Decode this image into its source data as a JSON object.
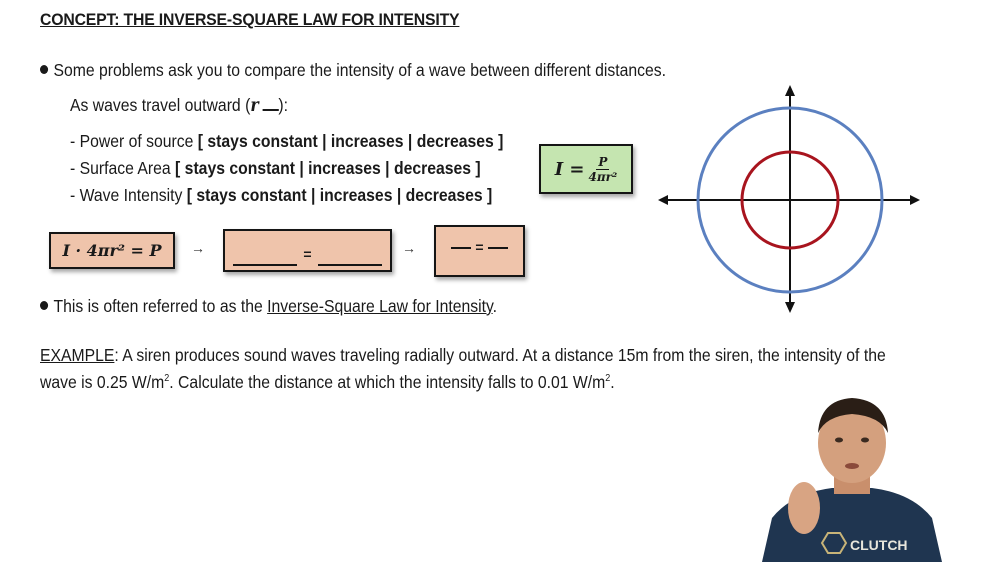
{
  "header": {
    "title": "CONCEPT: THE INVERSE-SQUARE LAW FOR INTENSITY"
  },
  "bullet1": {
    "text": "Some problems ask you to compare the intensity of a wave between different distances."
  },
  "waves_outward": {
    "prefix": "As waves travel outward (",
    "variable": "r",
    "suffix": "):"
  },
  "properties": [
    {
      "label": "- Power of source ",
      "options": "[ stays constant | increases | decreases ]"
    },
    {
      "label": "- Surface Area ",
      "options": "[ stays constant | increases | decreases ]"
    },
    {
      "label": "- Wave Intensity ",
      "options": "[ stays constant | increases | decreases ]"
    }
  ],
  "formula_green": {
    "lhs": "I =",
    "numerator": "P",
    "denominator": "4πr²"
  },
  "formula_chain": {
    "box1": "I · 4πr² = P",
    "arrow": "→",
    "box2_equals": "=",
    "box3_equals": "="
  },
  "bullet2": {
    "prefix": "This is often referred to as the ",
    "link": "Inverse-Square Law for Intensity",
    "suffix": "."
  },
  "example": {
    "label": "EXAMPLE",
    "line1": ": A siren produces sound waves traveling radially outward. At a distance 15m from the siren, the intensity of the",
    "line2_a": "wave is 0.25 W/m",
    "line2_sup": "2",
    "line2_b": ". Calculate the distance at which the intensity falls to 0.01 W/m",
    "line2_sup2": "2",
    "line2_c": "."
  },
  "diagram": {
    "outer_circle_color": "#5b80c0",
    "inner_circle_color": "#a8141e",
    "axis_color": "#111111"
  },
  "presenter": {
    "shirt_logo_text": "CLUTCH"
  },
  "colors": {
    "peach_box": "#efc4ab",
    "green_box": "#c5e5b0"
  }
}
